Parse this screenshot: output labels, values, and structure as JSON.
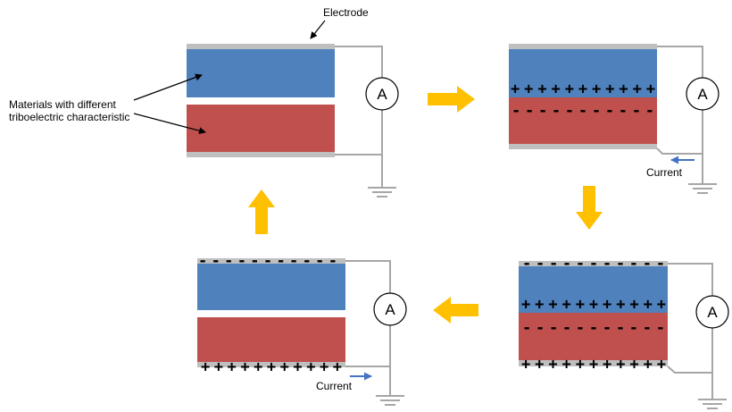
{
  "labels": {
    "electrode": "Electrode",
    "materials_line1": "Materials with different",
    "materials_line2": "triboelectric characteristic",
    "current": "Current",
    "ammeter": "A"
  },
  "charges": {
    "plus_row": "+++++++++++",
    "minus_row": "- - - - - - - - - - -"
  },
  "colors": {
    "top_material": "#4f81bd",
    "bottom_material": "#c0504d",
    "electrode": "#bfbfbf",
    "arrow": "#ffc000",
    "current_arrow": "#4472c4"
  }
}
